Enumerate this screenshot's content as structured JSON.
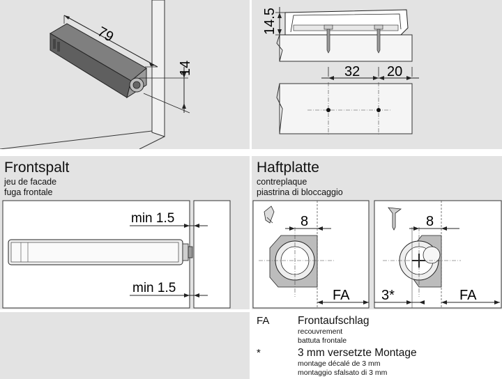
{
  "top_left": {
    "dim_length": "79",
    "dim_height": "14"
  },
  "top_right": {
    "dim_height": "14.5",
    "dim_spacing": "32",
    "dim_edge": "20"
  },
  "frontspalt": {
    "title": "Frontspalt",
    "subtitle_fr": "jeu de facade",
    "subtitle_it": "fuga frontale",
    "label_top": "min 1.5",
    "label_bottom": "min 1.5"
  },
  "haftplatte": {
    "title": "Haftplatte",
    "subtitle_fr": "contreplaque",
    "subtitle_it": "piastrina di bloccaggio",
    "dim_left": "8",
    "dim_right": "8",
    "fa_left": "FA",
    "fa_right": "FA",
    "offset": "3*"
  },
  "legend": [
    {
      "key": "FA",
      "main": "Frontaufschlag",
      "fr": "recouvrement",
      "it": "battuta frontale"
    },
    {
      "key": "*",
      "main": "3 mm versetzte Montage",
      "fr": "montage décalé de 3 mm",
      "it": "montaggio sfalsato di 3 mm"
    }
  ],
  "colors": {
    "panel": "#e3e3e3",
    "line": "#222222",
    "body": "#8a8a8a"
  }
}
